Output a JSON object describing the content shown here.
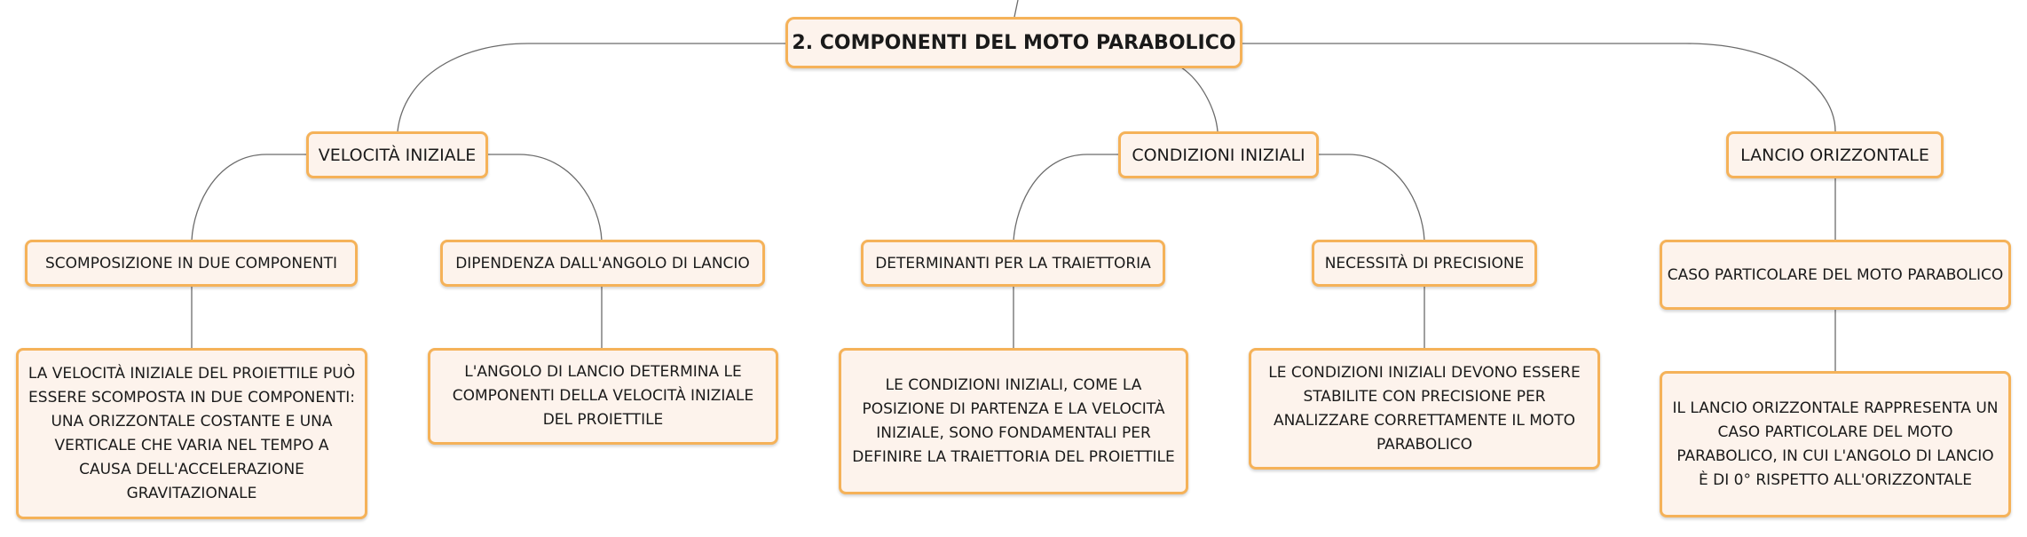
{
  "map": {
    "root": "2. COMPONENTI DEL MOTO PARABOLICO",
    "branches": [
      {
        "label": "VELOCITÀ INIZIALE",
        "children": [
          {
            "label": "SCOMPOSIZIONE IN DUE COMPONENTI",
            "detail": "LA VELOCITÀ INIZIALE DEL PROIETTILE PUÒ ESSERE SCOMPOSTA IN DUE COMPONENTI: UNA ORIZZONTALE COSTANTE E UNA VERTICALE CHE VARIA NEL TEMPO A CAUSA DELL'ACCELERAZIONE GRAVITAZIONALE"
          },
          {
            "label": "DIPENDENZA DALL'ANGOLO DI LANCIO",
            "detail": "L'ANGOLO DI LANCIO DETERMINA LE COMPONENTI DELLA VELOCITÀ INIZIALE DEL PROIETTILE"
          }
        ]
      },
      {
        "label": "CONDIZIONI INIZIALI",
        "children": [
          {
            "label": "DETERMINANTI PER LA TRAIETTORIA",
            "detail": "LE CONDIZIONI INIZIALI, COME LA POSIZIONE DI PARTENZA E LA VELOCITÀ INIZIALE, SONO FONDAMENTALI PER DEFINIRE LA TRAIETTORIA DEL PROIETTILE"
          },
          {
            "label": "NECESSITÀ DI PRECISIONE",
            "detail": "LE CONDIZIONI INIZIALI DEVONO ESSERE STABILITE CON PRECISIONE PER ANALIZZARE CORRETTAMENTE IL MOTO PARABOLICO"
          }
        ]
      },
      {
        "label": "LANCIO ORIZZONTALE",
        "children": [
          {
            "label": "CASO PARTICOLARE DEL MOTO PARABOLICO",
            "detail": "IL LANCIO ORIZZONTALE RAPPRESENTA UN CASO PARTICOLARE DEL MOTO PARABOLICO, IN CUI L'ANGOLO DI LANCIO È DI 0° RISPETTO ALL'ORIZZONTALE"
          }
        ]
      }
    ]
  },
  "colors": {
    "node_fill": "#fdf3ec",
    "node_border": "#f5b259",
    "connector": "#6b6b6b"
  }
}
